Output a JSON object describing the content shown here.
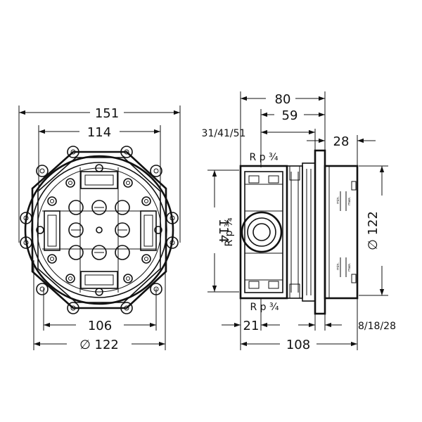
{
  "front_view": {
    "dim_overall_width": "151",
    "dim_mount_width": "114",
    "dim_base_width": "106",
    "dim_diameter": "∅ 122"
  },
  "side_view": {
    "dim_depth_top": "80",
    "dim_depth_inner": "59",
    "dim_offset": "31/41/51",
    "dim_plate": "28",
    "dim_height": "114",
    "dim_diameter_right": "∅ 122",
    "dim_offset_bottom": "21",
    "dim_depth_bottom": "108",
    "dim_cover": "8/18/28",
    "thread_top": "R p ¾",
    "thread_side": "R p ¾",
    "thread_bottom": "R p ¾",
    "mark_min_top": "min.",
    "mark_max_top": "max.",
    "mark_min_bottom": "min.",
    "mark_max_bottom": "max."
  }
}
